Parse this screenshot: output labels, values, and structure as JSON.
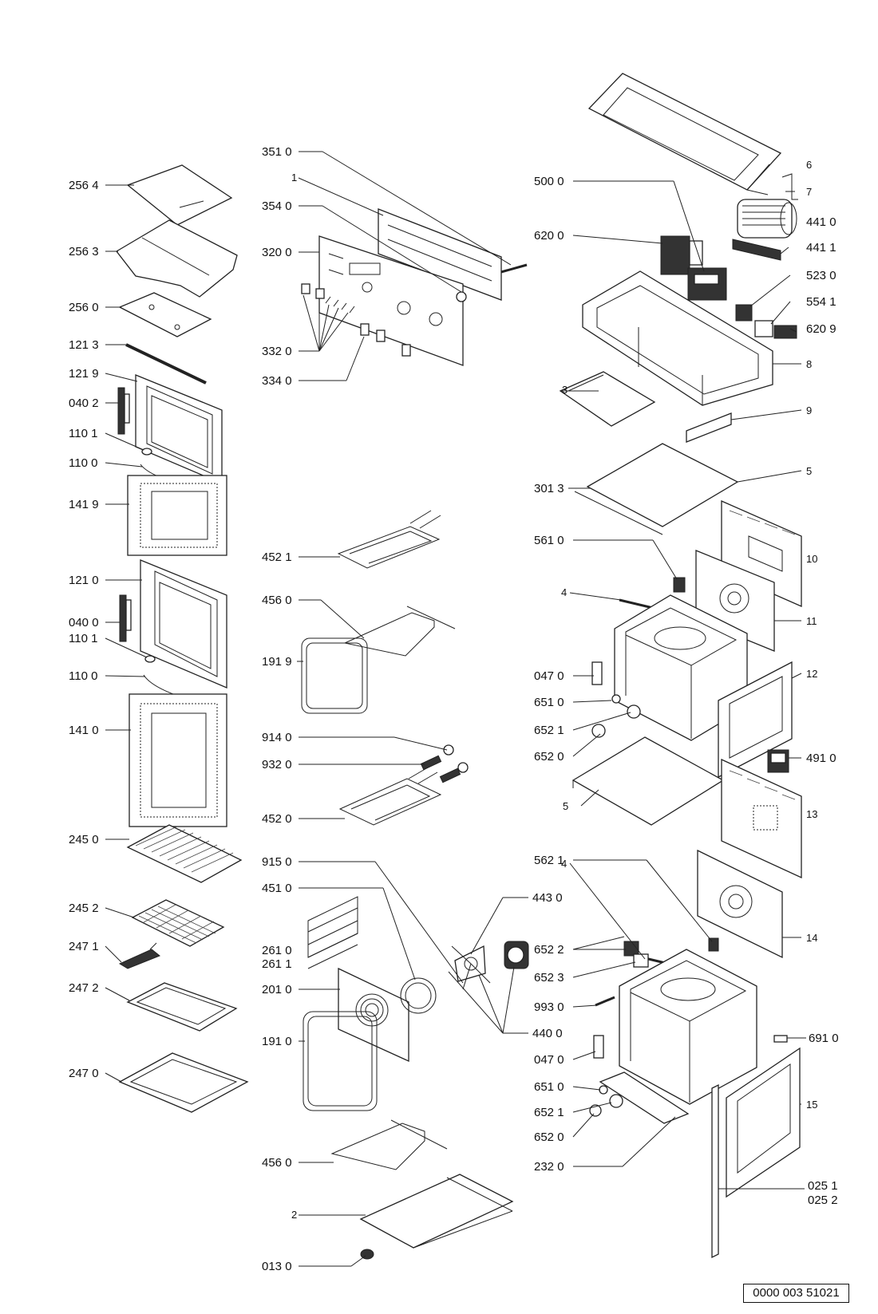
{
  "drawing_number": "0000 003 51021",
  "labels": {
    "l2564": "256 4",
    "l2563": "256 3",
    "l2560": "256 0",
    "l1213": "121 3",
    "l1219": "121 9",
    "l0402a": "040 2",
    "l1101a": "110 1",
    "l1100a": "110 0",
    "l1419": "141 9",
    "l1210": "121 0",
    "l0400": "040 0",
    "l1101b": "110 1",
    "l1100b": "110 0",
    "l1410": "141 0",
    "l2450": "245 0",
    "l2452": "245 2",
    "l2471": "247 1",
    "l2472": "247 2",
    "l2470": "247 0",
    "l3510": "351 0",
    "l1": "1",
    "l3540": "354 0",
    "l3200": "320 0",
    "l3320": "332 0",
    "l3340": "334 0",
    "l4521": "452 1",
    "l4560a": "456 0",
    "l1919": "191 9",
    "l9140": "914 0",
    "l9320": "932 0",
    "l4520": "452 0",
    "l9150": "915 0",
    "l4510": "451 0",
    "l2610": "261 0",
    "l2611": "261 1",
    "l2010": "201 0",
    "l1910": "191 0",
    "l4560b": "456 0",
    "l2": "2",
    "l0130": "013 0",
    "l4430": "443 0",
    "l4400": "440 0",
    "l5000": "500 0",
    "l6200": "620 0",
    "l3a": "3",
    "l3013": "301 3",
    "l5610": "561 0",
    "l4a": "4",
    "l0470a": "047 0",
    "l6510a": "651 0",
    "l6521a": "652 1",
    "l6520a": "652 0",
    "l5b": "5",
    "l5621": "562 1",
    "l4b": "4",
    "l6522": "652 2",
    "l6523": "652 3",
    "l9930": "993 0",
    "l0470b": "047 0",
    "l6510b": "651 0",
    "l6521b": "652 1",
    "l6520b": "652 0",
    "l2320": "232 0",
    "l6": "6",
    "l7": "7",
    "l4410": "441 0",
    "l4411": "441 1",
    "l5230": "523 0",
    "l5541": "554 1",
    "l6209": "620 9",
    "l8": "8",
    "l9": "9",
    "l5a": "5",
    "l10": "10",
    "l11": "11",
    "l12": "12",
    "l4910": "491 0",
    "l13": "13",
    "l14": "14",
    "l6910": "691 0",
    "l15": "15",
    "l0251": "025 1",
    "l0252": "025 2"
  }
}
